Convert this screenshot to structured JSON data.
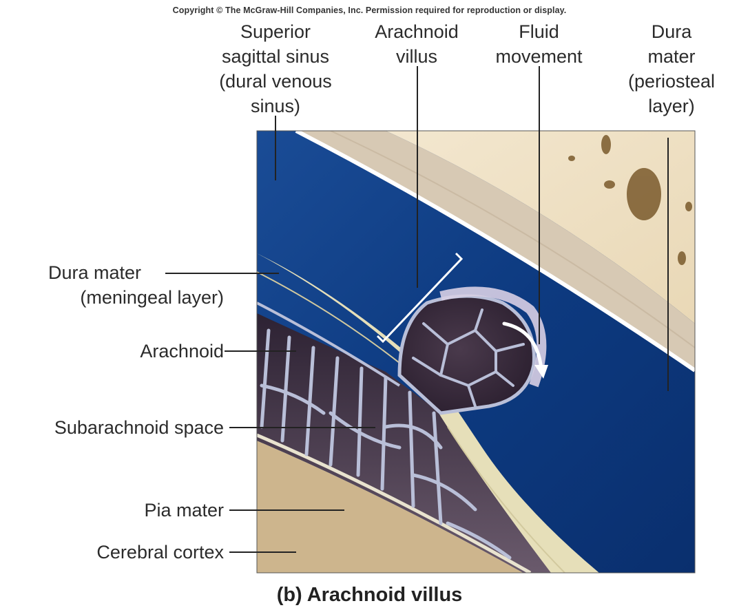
{
  "copyright": "Copyright © The McGraw-Hill Companies, Inc. Permission required for reproduction or display.",
  "labels": {
    "superior_sagittal_sinus": [
      "Superior",
      "sagittal sinus",
      "(dural venous",
      "sinus)"
    ],
    "arachnoid_villus": [
      "Arachnoid",
      "villus"
    ],
    "fluid_movement": [
      "Fluid",
      "movement"
    ],
    "dura_periosteal": [
      "Dura",
      "mater",
      "(periosteal",
      "layer)"
    ],
    "dura_meningeal": [
      "Dura mater",
      "(meningeal layer)"
    ],
    "arachnoid": "Arachnoid",
    "subarachnoid_space": "Subarachnoid space",
    "pia_mater": "Pia mater",
    "cerebral_cortex": "Cerebral cortex"
  },
  "caption": "(b) Arachnoid villus",
  "colors": {
    "sinus_blue": "#0f3f86",
    "bone": "#efe2c6",
    "dura_periosteal": "#d7c9b4",
    "dura_meningeal": "#e6dfb9",
    "arachnoid_web": "#b9bfd8",
    "subarachnoid_dark": "#3a2c3e",
    "cortex": "#cdb58d",
    "fluid_arrow": "#ffffff"
  }
}
